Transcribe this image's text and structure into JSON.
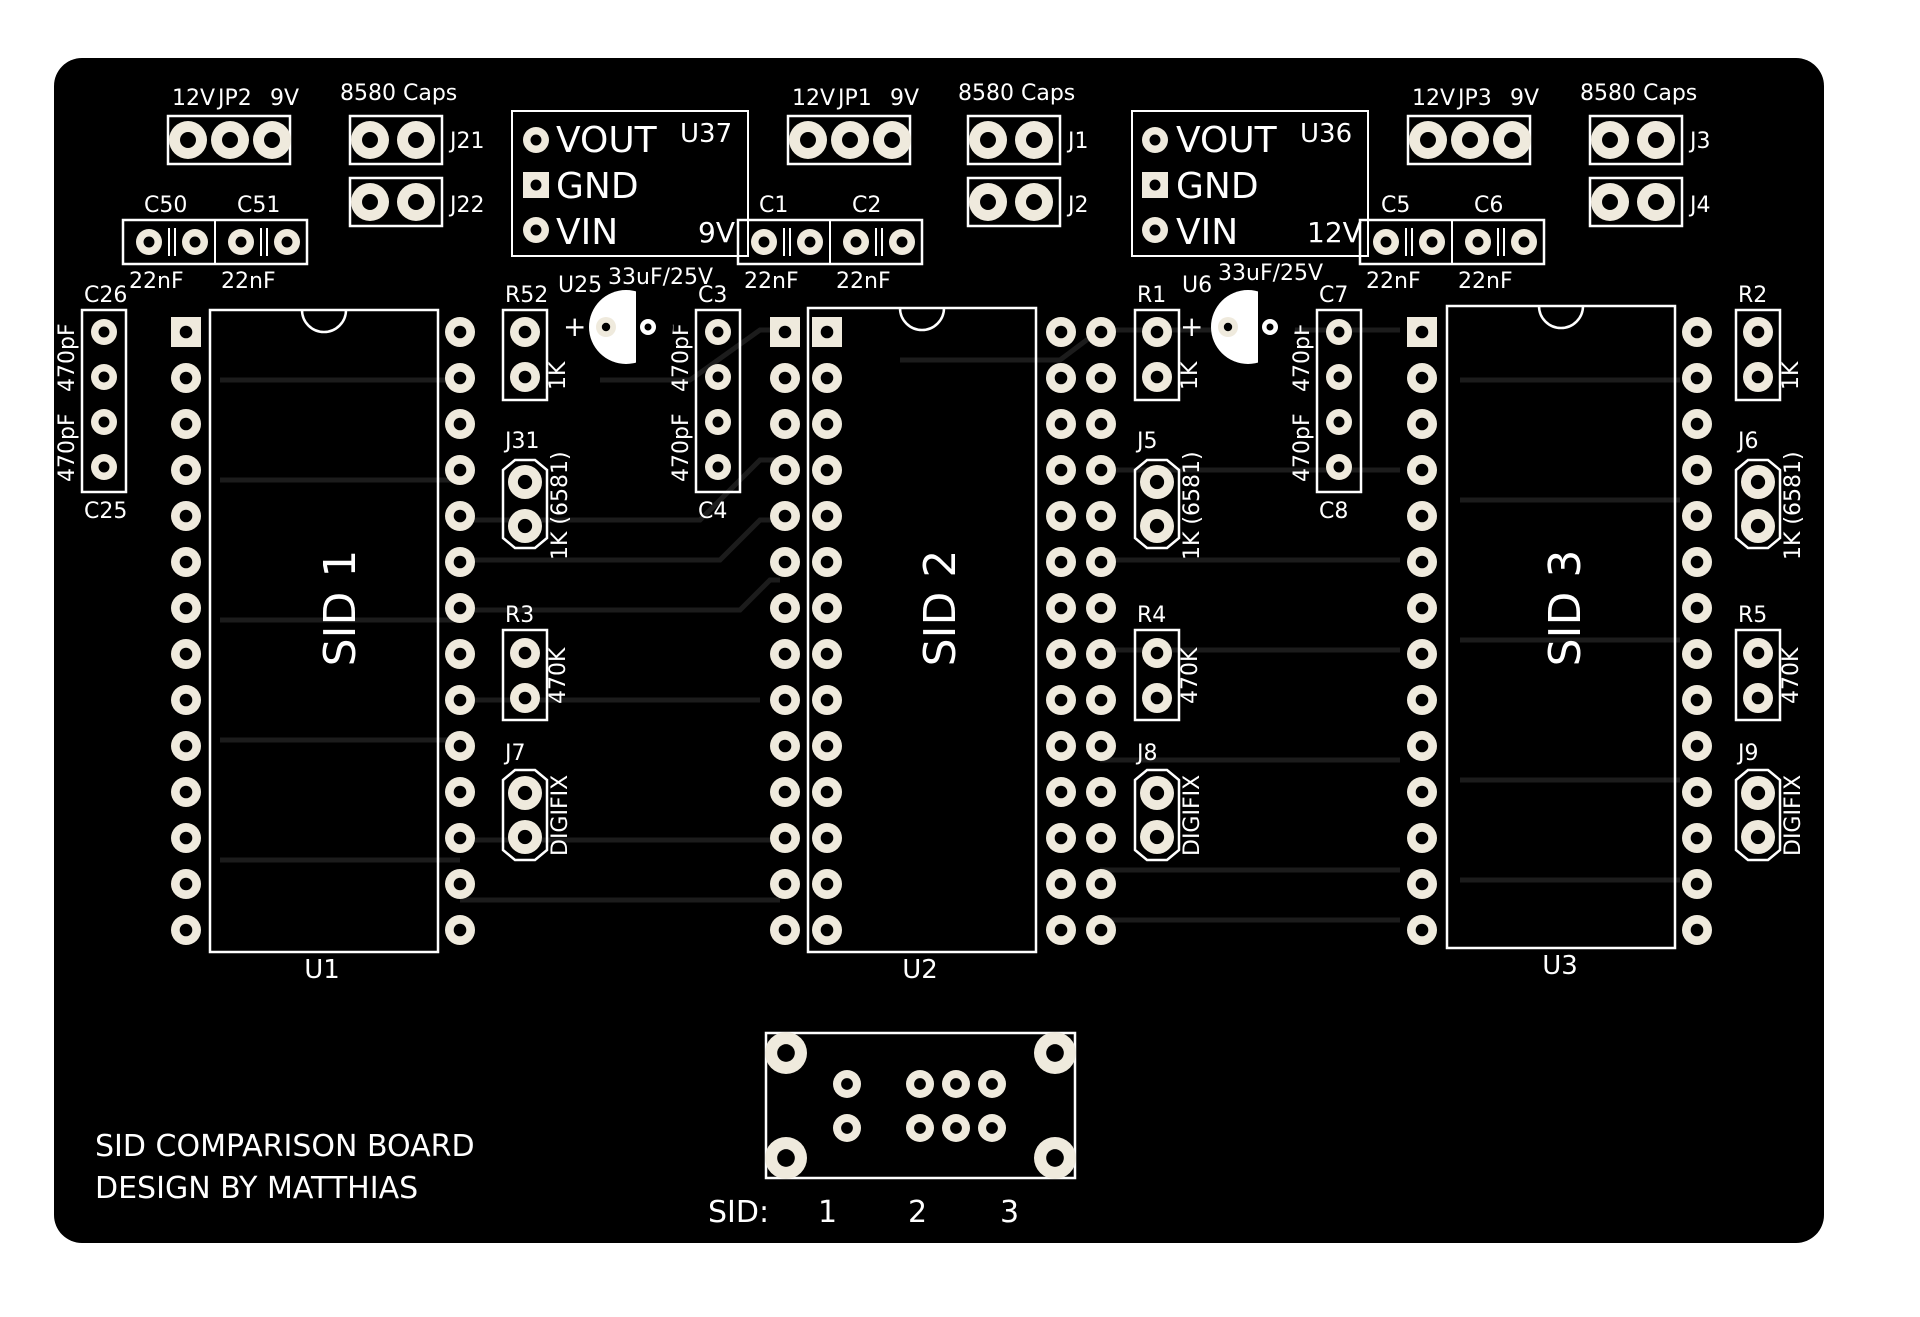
{
  "board": {
    "credit_line1": "SID COMPARISON BOARD",
    "credit_line2": "DESIGN BY MATTHIAS",
    "colors": {
      "board": "#000000",
      "silk": "#ffffff",
      "pad": "#efeadd",
      "trace": "#1b1b1b",
      "background": "#ffffff"
    }
  },
  "chips": {
    "u1": {
      "title": "SID 1",
      "ref": "U1"
    },
    "u2": {
      "title": "SID 2",
      "ref": "U2"
    },
    "u3": {
      "title": "SID 3",
      "ref": "U3"
    }
  },
  "sections": {
    "s1": {
      "jp_12v": "12V",
      "jp_ref": "JP2",
      "jp_9v": "9V",
      "caps_label": "8580 Caps",
      "ja": "J21",
      "jb": "J22",
      "ca_ref": "C50",
      "ca_val": "22nF",
      "cb_ref": "C51",
      "cb_val": "22nF",
      "cpf_top_ref": "C26",
      "cpf_bot_ref": "C25",
      "cpf_top_val": "470pF",
      "cpf_bot_val": "470pF",
      "r1_ref": "R52",
      "r1_val": "1K",
      "jf_ref": "J31",
      "jf_val": "1K (6581)",
      "r2_ref": "R3",
      "r2_val": "470K",
      "jd_ref": "J7",
      "jd_val": "DIGIFIX"
    },
    "s2": {
      "jp_12v": "12V",
      "jp_ref": "JP1",
      "jp_9v": "9V",
      "caps_label": "8580 Caps",
      "ja": "J1",
      "jb": "J2",
      "ca_ref": "C1",
      "ca_val": "22nF",
      "cb_ref": "C2",
      "cb_val": "22nF",
      "cpf_top_ref": "C3",
      "cpf_bot_ref": "C4",
      "cpf_top_val": "470pF",
      "cpf_bot_val": "470pF",
      "r1_ref": "R1",
      "r1_val": "1K",
      "jf_ref": "J5",
      "jf_val": "1K (6581)",
      "r2_ref": "R4",
      "r2_val": "470K",
      "jd_ref": "J8",
      "jd_val": "DIGIFIX"
    },
    "s3": {
      "jp_12v": "12V",
      "jp_ref": "JP3",
      "jp_9v": "9V",
      "caps_label": "8580 Caps",
      "ja": "J3",
      "jb": "J4",
      "ca_ref": "C5",
      "ca_val": "22nF",
      "cb_ref": "C6",
      "cb_val": "22nF",
      "cpf_top_ref": "C7",
      "cpf_bot_ref": "C8",
      "cpf_top_val": "470pF",
      "cpf_bot_val": "470pF",
      "r1_ref": "R2",
      "r1_val": "1K",
      "jf_ref": "J6",
      "jf_val": "1K (6581)",
      "r2_ref": "R5",
      "r2_val": "470K",
      "jd_ref": "J9",
      "jd_val": "DIGIFIX"
    }
  },
  "regulators": {
    "u37": {
      "ref": "U37",
      "vout": "VOUT",
      "gnd": "GND",
      "vin": "VIN",
      "voltage": "9V"
    },
    "u36": {
      "ref": "U36",
      "vout": "VOUT",
      "gnd": "GND",
      "vin": "VIN",
      "voltage": "12V"
    }
  },
  "electrolytics": {
    "u25": {
      "ref": "U25",
      "value": "33uF/25V",
      "plus": "+"
    },
    "u6": {
      "ref": "U6",
      "value": "33uF/25V",
      "plus": "+"
    }
  },
  "switch": {
    "label": "SID:",
    "pos1": "1",
    "pos2": "2",
    "pos3": "3"
  }
}
